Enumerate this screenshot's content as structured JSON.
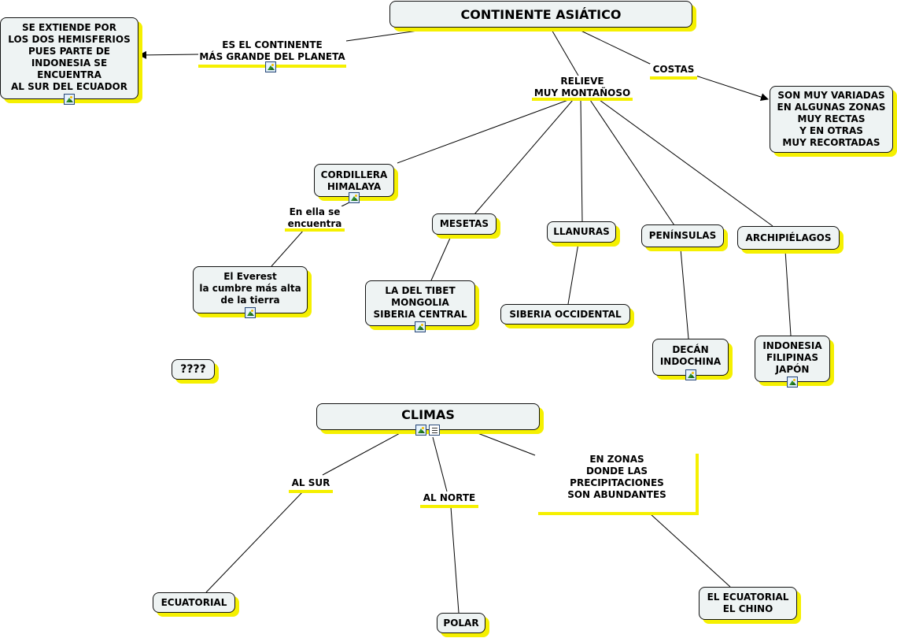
{
  "nodes": {
    "continente": "CONTINENTE ASIÁTICO",
    "hemisferios": "SE EXTIENDE POR\nLOS DOS HEMISFERIOS\nPUES PARTE DE\nINDONESIA SE\nENCUENTRA\nAL SUR DEL ECUADOR",
    "costas_desc": "SON MUY VARIADAS\nEN ALGUNAS ZONAS\nMUY RECTAS\nY EN OTRAS\nMUY RECORTADAS",
    "himalaya": "CORDILLERA\nHIMALAYA",
    "mesetas": "MESETAS",
    "llanuras": "LLANURAS",
    "peninsulas": "PENÍNSULAS",
    "archipielagos": "ARCHIPIÉLAGOS",
    "everest": "El Everest\nla cumbre más alta\nde la tierra",
    "tibet": "LA DEL TIBET\nMONGOLIA\nSIBERIA CENTRAL",
    "siberia": "SIBERIA OCCIDENTAL",
    "decan": "DECÁN\nINDOCHINA",
    "indonesia": "INDONESIA\nFILIPINAS\nJAPÓN",
    "question": "????",
    "climas": "CLIMAS",
    "ecuatorial": "ECUATORIAL",
    "polar": "POLAR",
    "chino": "EL ECUATORIAL\nEL CHINO"
  },
  "labels": {
    "grande": "ES EL CONTINENTE\nMÁS GRANDE DEL PLANETA",
    "relieve": "RELIEVE\nMUY MONTAÑOSO",
    "costas": "COSTAS",
    "en_ella": "En ella se\nencuentra",
    "al_sur": "AL SUR",
    "al_norte": "AL NORTE",
    "zonas": "EN ZONAS\nDONDE LAS\nPRECIPITACIONES\nSON ABUNDANTES"
  },
  "icons": [
    "image-icon",
    "note-icon"
  ]
}
